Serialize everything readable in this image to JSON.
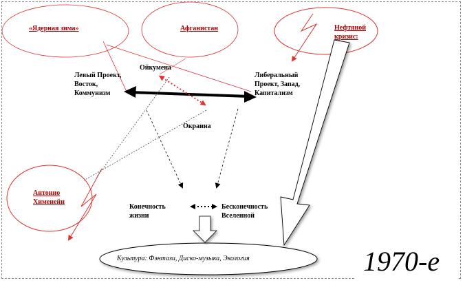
{
  "nodes": {
    "nuclear_winter": "«Ядерная зима»",
    "afghanistan": "Афганистан",
    "oil_crisis": "Нефтяной кризис:",
    "antonio": "Антонио Хименейн",
    "left_project": "Левый Проект, Восток, Коммунизм",
    "liberal_project": "Либеральный Проект, Запад, Капитализм",
    "oikumena": "Ойкумена",
    "okraina": "Окраина",
    "finiteness": "Конечность жизни",
    "infinity": "Бесконечность Вселенной",
    "culture": "Культура: Фэнтази, Диско-музыка, Экология",
    "decade": "1970-е"
  },
  "colors": {
    "accent_red": "#e03030",
    "text_red": "#b00000",
    "arrow_black": "#000000"
  }
}
